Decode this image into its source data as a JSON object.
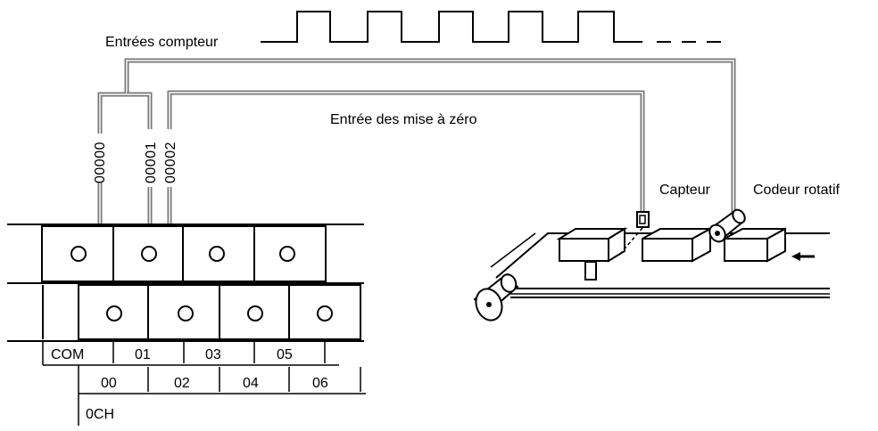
{
  "labels": {
    "counter_inputs": "Entrées compteur",
    "reset_input": "Entrée des mise à zéro",
    "sensor": "Capteur",
    "rotary_encoder": "Codeur rotatif"
  },
  "wire_addresses": [
    "00000",
    "00001",
    "00002"
  ],
  "terminal_block": {
    "top_row": [
      "COM",
      "01",
      "03",
      "05"
    ],
    "bottom_row": [
      "00",
      "02",
      "04",
      "06"
    ],
    "channel": "0CH"
  }
}
